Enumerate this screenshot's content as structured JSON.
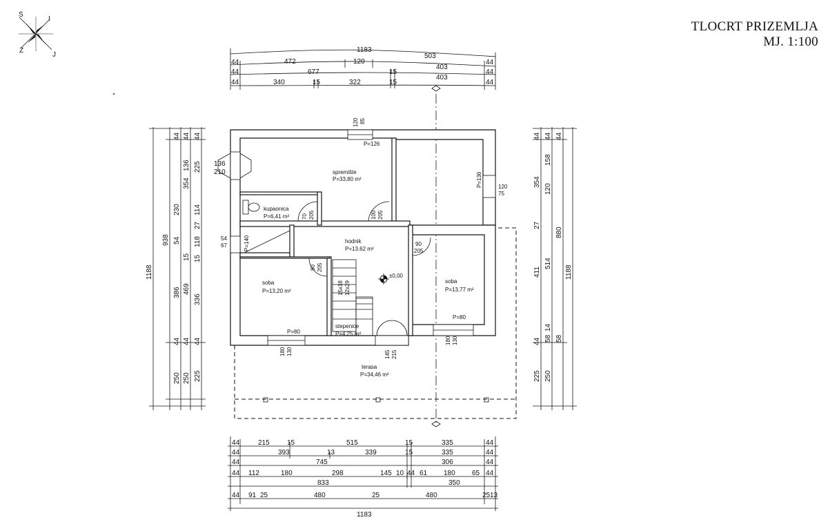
{
  "title": {
    "line1": "TLOCRT PRIZEMLJA",
    "line2": "MJ. 1:100"
  },
  "compass": {
    "s": "S",
    "i": "I",
    "z": "Z",
    "j": "J"
  },
  "top_dims": {
    "total": "1183",
    "row1": [
      "44",
      "472",
      "120",
      "503",
      "44"
    ],
    "row2": [
      "44",
      "677",
      "15",
      "403",
      "44"
    ],
    "row3": [
      "44",
      "340",
      "15",
      "322",
      "15",
      "403",
      "44"
    ]
  },
  "bottom_dims": {
    "row1": [
      "44",
      "215",
      "15",
      "515",
      "15",
      "335",
      "44"
    ],
    "row2": [
      "44",
      "393",
      "13",
      "339",
      "15",
      "335",
      "44"
    ],
    "row3": [
      "44",
      "745",
      "306",
      "44"
    ],
    "row4": [
      "44",
      "112",
      "180",
      "298",
      "145",
      "10",
      "44",
      "61",
      "180",
      "65",
      "44"
    ],
    "row5": [
      "833",
      "350"
    ],
    "row6": [
      "44",
      "91",
      "25",
      "480",
      "25",
      "480",
      "25",
      "13"
    ],
    "total": "1183"
  },
  "left_dims": {
    "total": "1188",
    "sub": "938",
    "col1": [
      "44",
      "230",
      "54",
      "386",
      "44",
      "250"
    ],
    "col2": [
      "44",
      "136",
      "354",
      "15",
      "469",
      "44",
      "250"
    ],
    "col3": [
      "44",
      "225",
      "114",
      "27",
      "118",
      "15",
      "336",
      "44",
      "225"
    ]
  },
  "right_dims": {
    "total": "1188",
    "sub": "880",
    "col1": [
      "44",
      "354",
      "27",
      "411",
      "44",
      "225"
    ],
    "col2": [
      "44",
      "158",
      "120",
      "514",
      "14",
      "58",
      "250"
    ],
    "col3": [
      "44",
      "58"
    ]
  },
  "openings": {
    "w_top": [
      "120",
      "85",
      "P=126"
    ],
    "w_left": [
      "136",
      "210"
    ],
    "w_right": [
      "120",
      "75",
      "P=136"
    ],
    "d_left": [
      "54",
      "67",
      "P=140"
    ],
    "d_bath": [
      "70",
      "205"
    ],
    "d_hall": [
      "100",
      "205"
    ],
    "d_soba_r": [
      "90",
      "205"
    ],
    "d_soba_l": [
      "90",
      "205"
    ],
    "stair_note": [
      "15x18",
      "12x29"
    ],
    "w_soba_l": [
      "P=80",
      "180",
      "130"
    ],
    "w_soba_r": [
      "P=80",
      "180",
      "130"
    ],
    "d_terasa": [
      "145",
      "215"
    ],
    "level": "±0,00"
  },
  "rooms": [
    {
      "name": "spremište",
      "area": "P=33,80 m²"
    },
    {
      "name": "kupaonica",
      "area": "P=6,41 m²"
    },
    {
      "name": "hodnik",
      "area": "P=13,62 m²"
    },
    {
      "name": "soba",
      "area": "P=13,20 m²"
    },
    {
      "name": "soba",
      "area": "P=13,77 m²"
    },
    {
      "name": "stepenice",
      "area": "P=4,25 m²"
    },
    {
      "name": "terasa",
      "area": "P=34,46 m²"
    }
  ]
}
